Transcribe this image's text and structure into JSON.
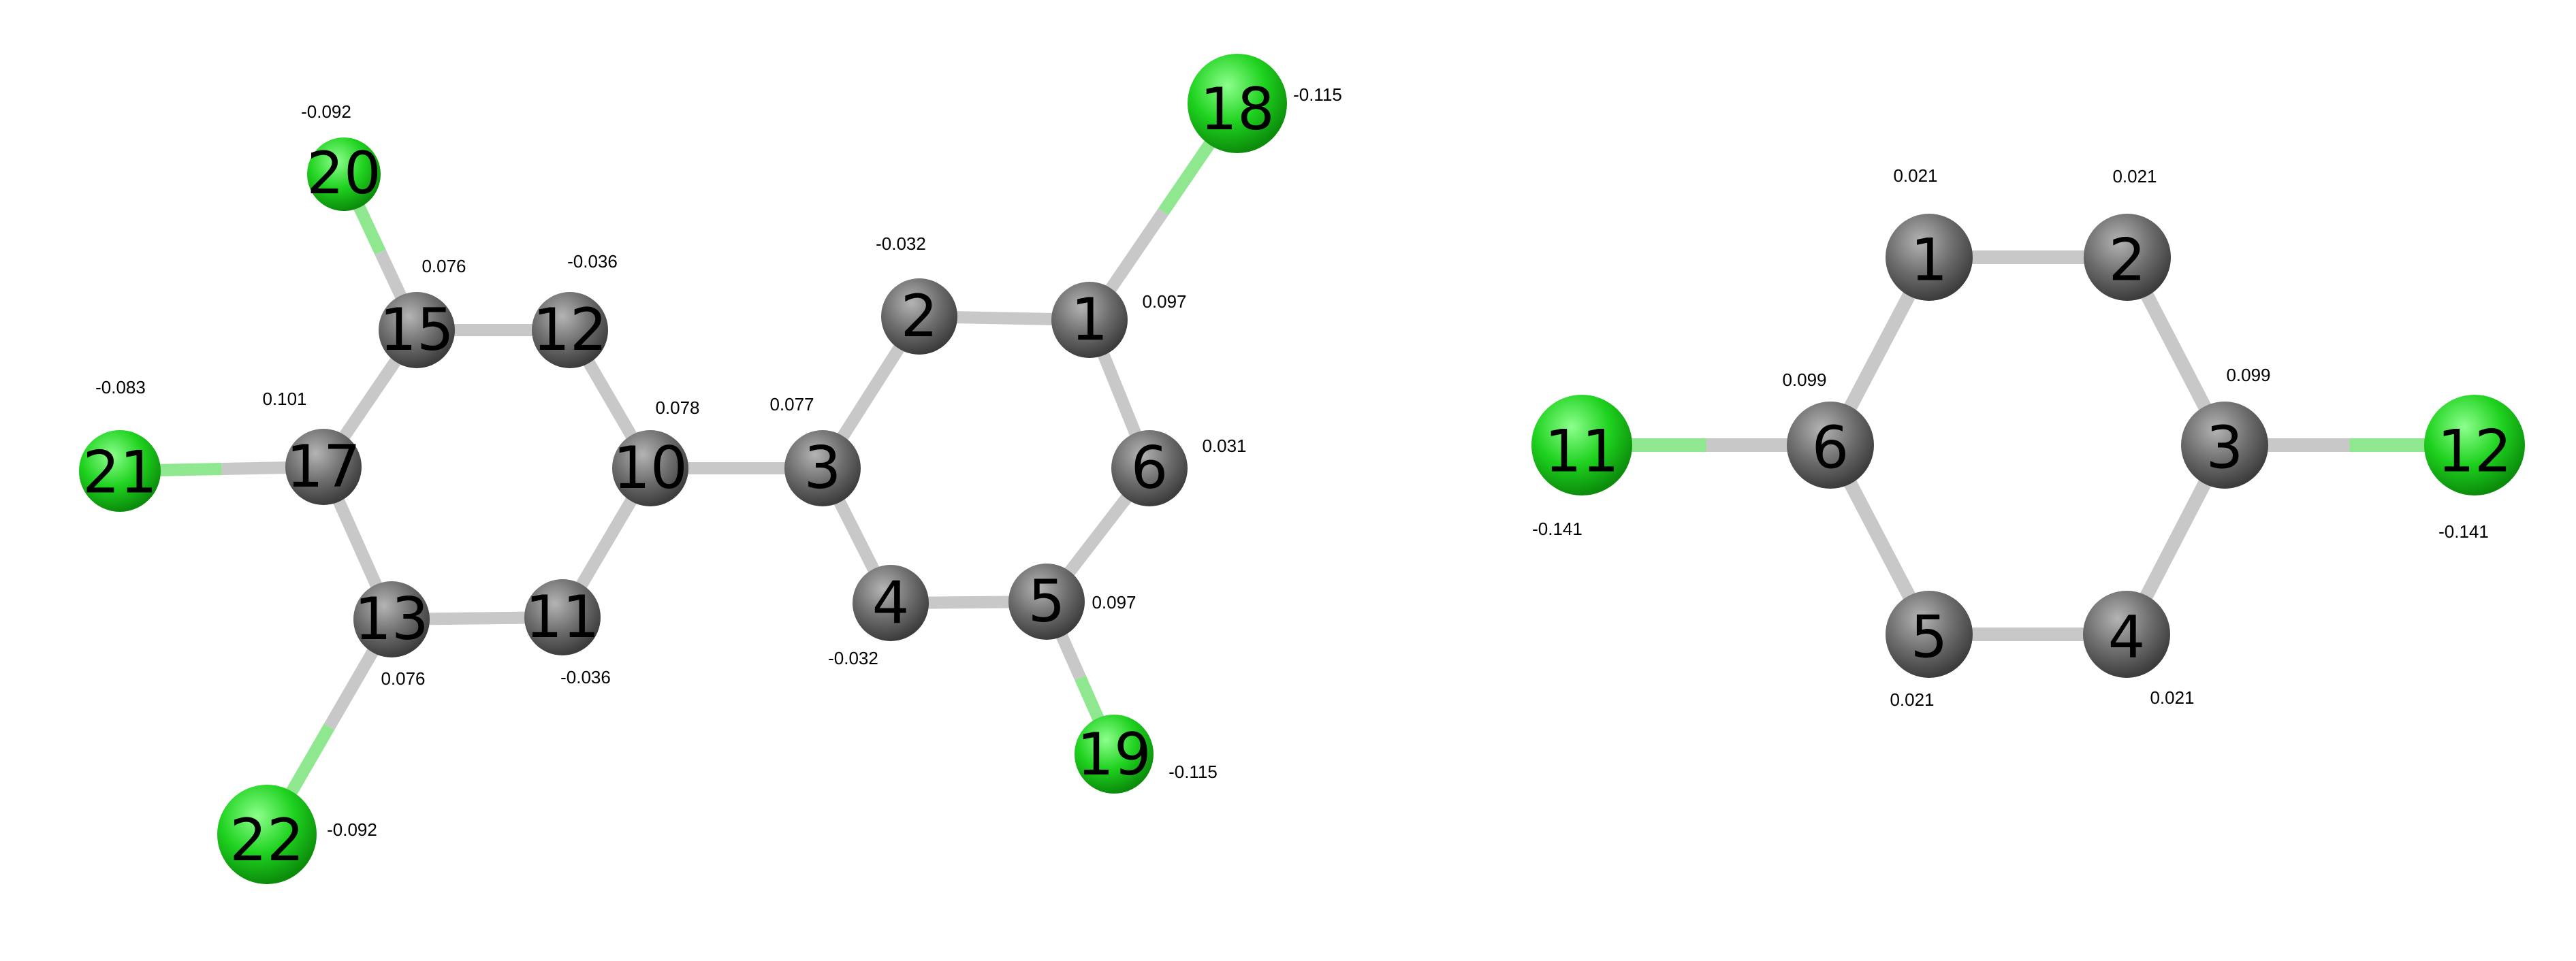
{
  "molecules": [
    {
      "atoms": [
        {
          "id": "1",
          "element": "C",
          "charge": "0.097"
        },
        {
          "id": "2",
          "element": "C",
          "charge": "-0.032"
        },
        {
          "id": "3",
          "element": "C",
          "charge": "0.077"
        },
        {
          "id": "4",
          "element": "C",
          "charge": "-0.032"
        },
        {
          "id": "5",
          "element": "C",
          "charge": "0.097"
        },
        {
          "id": "6",
          "element": "C",
          "charge": "0.031"
        },
        {
          "id": "10",
          "element": "C",
          "charge": "0.078"
        },
        {
          "id": "11",
          "element": "C",
          "charge": "-0.036"
        },
        {
          "id": "12",
          "element": "C",
          "charge": "-0.036"
        },
        {
          "id": "13",
          "element": "C",
          "charge": "0.076"
        },
        {
          "id": "15",
          "element": "C",
          "charge": "0.076"
        },
        {
          "id": "17",
          "element": "C",
          "charge": "0.101"
        },
        {
          "id": "18",
          "element": "Cl",
          "charge": "-0.115"
        },
        {
          "id": "19",
          "element": "Cl",
          "charge": "-0.115"
        },
        {
          "id": "20",
          "element": "Cl",
          "charge": "-0.092"
        },
        {
          "id": "21",
          "element": "Cl",
          "charge": "-0.083"
        },
        {
          "id": "22",
          "element": "Cl",
          "charge": "-0.092"
        }
      ],
      "bonds": [
        [
          "1",
          "2"
        ],
        [
          "2",
          "3"
        ],
        [
          "3",
          "4"
        ],
        [
          "4",
          "5"
        ],
        [
          "5",
          "6"
        ],
        [
          "6",
          "1"
        ],
        [
          "3",
          "10"
        ],
        [
          "10",
          "12"
        ],
        [
          "12",
          "15"
        ],
        [
          "15",
          "17"
        ],
        [
          "17",
          "13"
        ],
        [
          "13",
          "11"
        ],
        [
          "11",
          "10"
        ],
        [
          "1",
          "18"
        ],
        [
          "5",
          "19"
        ],
        [
          "15",
          "20"
        ],
        [
          "17",
          "21"
        ],
        [
          "13",
          "22"
        ]
      ]
    },
    {
      "atoms": [
        {
          "id": "1",
          "element": "C",
          "charge": "0.021"
        },
        {
          "id": "2",
          "element": "C",
          "charge": "0.021"
        },
        {
          "id": "3",
          "element": "C",
          "charge": "0.099"
        },
        {
          "id": "4",
          "element": "C",
          "charge": "0.021"
        },
        {
          "id": "5",
          "element": "C",
          "charge": "0.021"
        },
        {
          "id": "6",
          "element": "C",
          "charge": "0.099"
        },
        {
          "id": "11",
          "element": "Cl",
          "charge": "-0.141"
        },
        {
          "id": "12",
          "element": "Cl",
          "charge": "-0.141"
        }
      ],
      "bonds": [
        [
          "1",
          "2"
        ],
        [
          "2",
          "3"
        ],
        [
          "3",
          "4"
        ],
        [
          "4",
          "5"
        ],
        [
          "5",
          "6"
        ],
        [
          "6",
          "1"
        ],
        [
          "6",
          "11"
        ],
        [
          "3",
          "12"
        ]
      ]
    }
  ],
  "colors": {
    "carbon": "#6e6e6e",
    "chlorine": "#1fd21f",
    "bond": "#c8c8c8",
    "bond_chlorine": "#8fe88f"
  }
}
